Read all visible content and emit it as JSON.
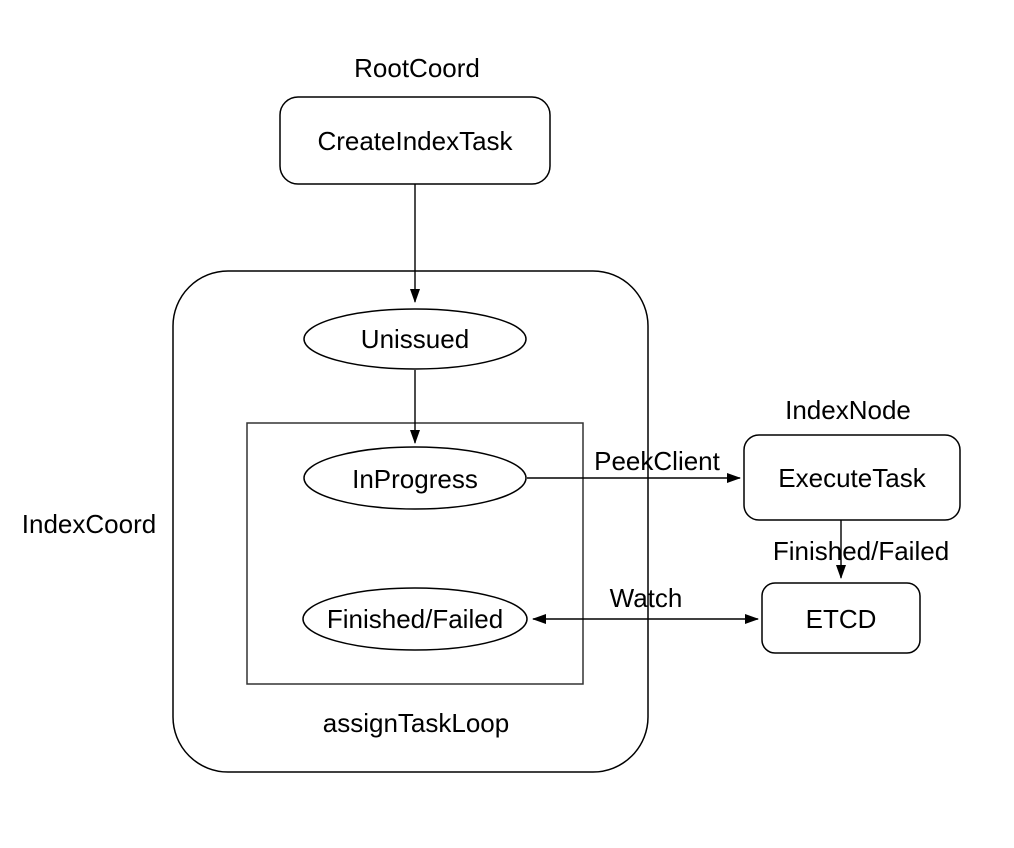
{
  "diagram": {
    "background": "#ffffff",
    "stroke_color": "#000000",
    "text_color": "#000000",
    "groups": {
      "root_coord": {
        "label": "RootCoord"
      },
      "index_coord": {
        "label": "IndexCoord",
        "loop_label": "assignTaskLoop"
      },
      "index_node": {
        "label": "IndexNode"
      }
    },
    "nodes": {
      "create_index_task": {
        "label": "CreateIndexTask",
        "shape": "rounded-rect"
      },
      "unissued": {
        "label": "Unissued",
        "shape": "ellipse"
      },
      "in_progress": {
        "label": "InProgress",
        "shape": "ellipse"
      },
      "finished_failed": {
        "label": "Finished/Failed",
        "shape": "ellipse"
      },
      "execute_task": {
        "label": "ExecuteTask",
        "shape": "rounded-rect"
      },
      "etcd": {
        "label": "ETCD",
        "shape": "rounded-rect"
      }
    },
    "edges": [
      {
        "from": "create_index_task",
        "to": "unissued",
        "label": "",
        "direction": "down"
      },
      {
        "from": "unissued",
        "to": "in_progress",
        "label": "",
        "direction": "down"
      },
      {
        "from": "in_progress",
        "to": "execute_task",
        "label": "PeekClient",
        "direction": "right"
      },
      {
        "from": "execute_task",
        "to": "etcd",
        "label": "Finished/Failed",
        "direction": "down"
      },
      {
        "from": "etcd",
        "to": "finished_failed",
        "label": "Watch",
        "direction": "both"
      }
    ]
  }
}
